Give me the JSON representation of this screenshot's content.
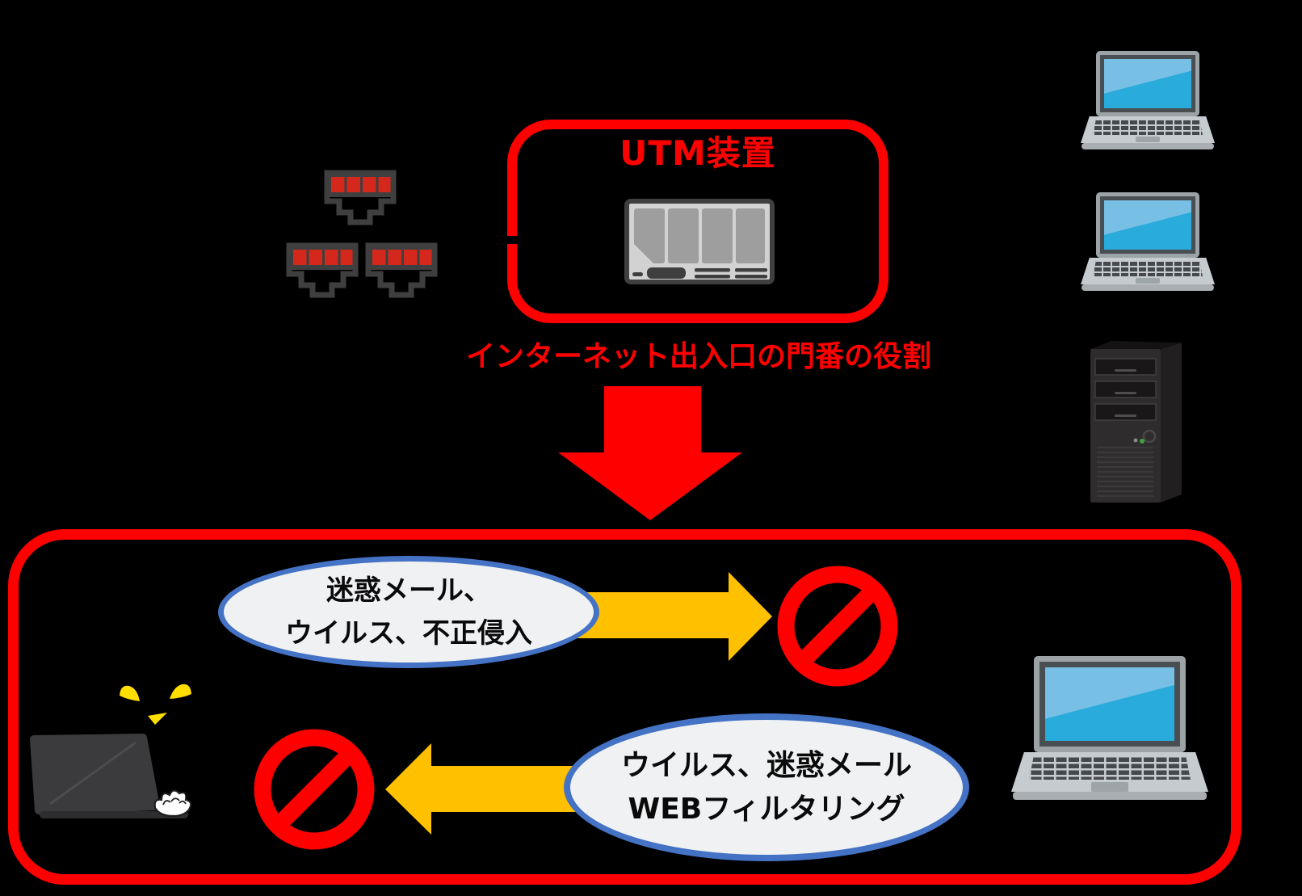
{
  "colors": {
    "background": "#000000",
    "accent_red": "#FF0000",
    "arrow_gold": "#FFC000",
    "bubble_border_blue": "#4472C4",
    "bubble_fill": "#F0F1F3",
    "hacker_eyes_yellow": "#FFDE00",
    "port_red": "#D5281C"
  },
  "utm": {
    "title": "UTM装置",
    "caption": "インターネット出入口の門番の役割",
    "device_icon": "network-appliance-icon"
  },
  "network_ports": {
    "icon": "rj45-port-icon",
    "count": 3
  },
  "lan_devices": {
    "laptop_icon": "laptop-icon",
    "laptop_count": 3,
    "server_icon": "server-tower-icon"
  },
  "threats": {
    "inbound": {
      "line1": "迷惑メール、",
      "line2": "ウイルス、不正侵入",
      "arrow_icon": "gold-right-arrow-icon",
      "blocked_icon": "prohibition-icon"
    },
    "outbound": {
      "line1": "ウイルス、迷惑メール",
      "line2": "WEBフィルタリング",
      "arrow_icon": "gold-left-arrow-icon",
      "blocked_icon": "prohibition-icon"
    }
  },
  "attacker": {
    "icon": "hacker-at-laptop-icon"
  },
  "flow": {
    "icon": "red-down-arrow-icon"
  }
}
